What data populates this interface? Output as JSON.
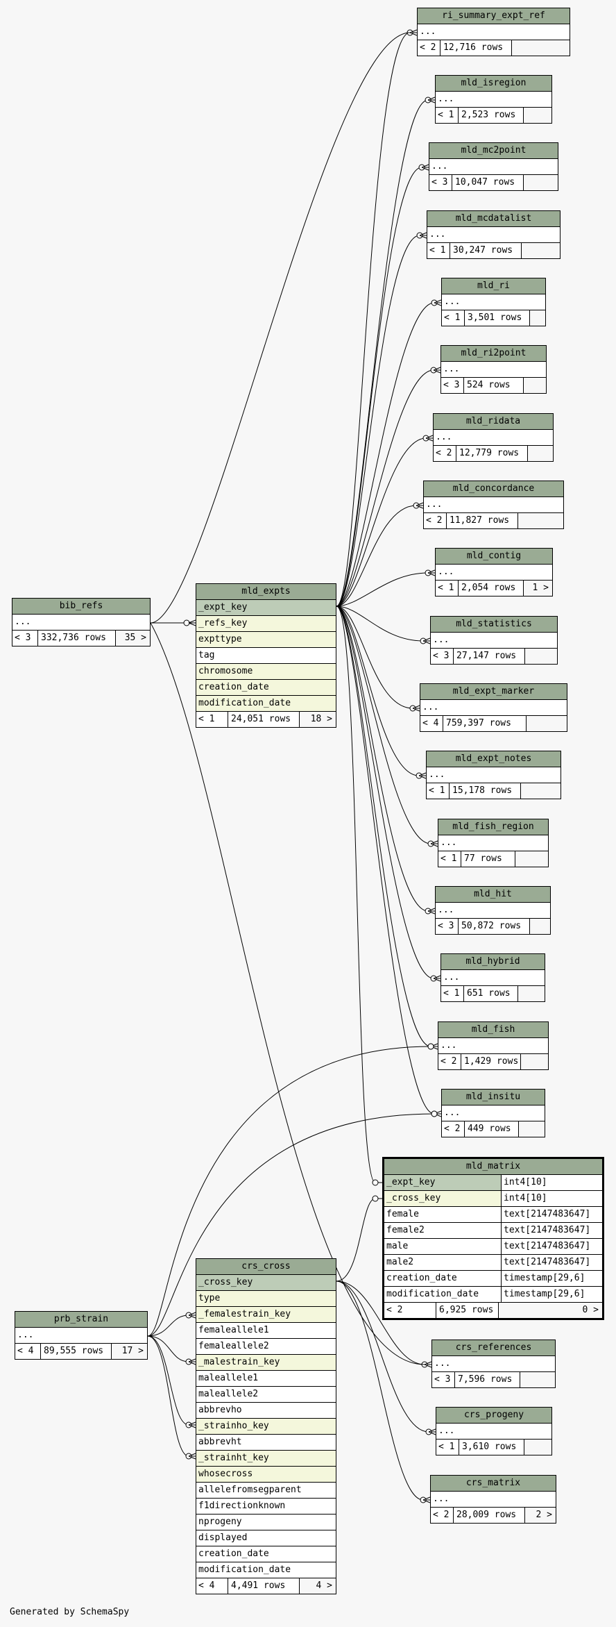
{
  "footer_text": "Generated by SchemaSpy",
  "colors": {
    "background": "#f7f7f7",
    "title_bar": "#9aab94",
    "primary_key": "#bdccb7",
    "foreign_key": "#f4f7dc"
  },
  "tables": {
    "ri_summary_expt_ref": {
      "name": "ri_summary_expt_ref",
      "dots": "...",
      "parents": "< 2",
      "rows": "12,716 rows",
      "children": ""
    },
    "mld_isregion": {
      "name": "mld_isregion",
      "dots": "...",
      "parents": "< 1",
      "rows": "2,523 rows",
      "children": ""
    },
    "mld_mc2point": {
      "name": "mld_mc2point",
      "dots": "...",
      "parents": "< 3",
      "rows": "10,047 rows",
      "children": ""
    },
    "mld_mcdatalist": {
      "name": "mld_mcdatalist",
      "dots": "...",
      "parents": "< 1",
      "rows": "30,247 rows",
      "children": ""
    },
    "mld_ri": {
      "name": "mld_ri",
      "dots": "...",
      "parents": "< 1",
      "rows": "3,501 rows",
      "children": ""
    },
    "mld_ri2point": {
      "name": "mld_ri2point",
      "dots": "...",
      "parents": "< 3",
      "rows": "524 rows",
      "children": ""
    },
    "mld_ridata": {
      "name": "mld_ridata",
      "dots": "...",
      "parents": "< 2",
      "rows": "12,779 rows",
      "children": ""
    },
    "mld_concordance": {
      "name": "mld_concordance",
      "dots": "...",
      "parents": "< 2",
      "rows": "11,827 rows",
      "children": ""
    },
    "mld_contig": {
      "name": "mld_contig",
      "dots": "...",
      "parents": "< 1",
      "rows": "2,054 rows",
      "children": "1 >"
    },
    "mld_statistics": {
      "name": "mld_statistics",
      "dots": "...",
      "parents": "< 3",
      "rows": "27,147 rows",
      "children": ""
    },
    "mld_expt_marker": {
      "name": "mld_expt_marker",
      "dots": "...",
      "parents": "< 4",
      "rows": "759,397 rows",
      "children": ""
    },
    "mld_expt_notes": {
      "name": "mld_expt_notes",
      "dots": "...",
      "parents": "< 1",
      "rows": "15,178 rows",
      "children": ""
    },
    "mld_fish_region": {
      "name": "mld_fish_region",
      "dots": "...",
      "parents": "< 1",
      "rows": "77 rows",
      "children": ""
    },
    "mld_hit": {
      "name": "mld_hit",
      "dots": "...",
      "parents": "< 3",
      "rows": "50,872 rows",
      "children": ""
    },
    "mld_hybrid": {
      "name": "mld_hybrid",
      "dots": "...",
      "parents": "< 1",
      "rows": "651 rows",
      "children": ""
    },
    "mld_fish": {
      "name": "mld_fish",
      "dots": "...",
      "parents": "< 2",
      "rows": "1,429 rows",
      "children": ""
    },
    "mld_insitu": {
      "name": "mld_insitu",
      "dots": "...",
      "parents": "< 2",
      "rows": "449 rows",
      "children": ""
    },
    "crs_references": {
      "name": "crs_references",
      "dots": "...",
      "parents": "< 3",
      "rows": "7,596 rows",
      "children": ""
    },
    "crs_progeny": {
      "name": "crs_progeny",
      "dots": "...",
      "parents": "< 1",
      "rows": "3,610 rows",
      "children": ""
    },
    "crs_matrix": {
      "name": "crs_matrix",
      "dots": "...",
      "parents": "< 2",
      "rows": "28,009 rows",
      "children": "2 >"
    },
    "bib_refs": {
      "name": "bib_refs",
      "dots": "...",
      "parents": "< 3",
      "rows": "332,736 rows",
      "children": "35 >"
    },
    "prb_strain": {
      "name": "prb_strain",
      "dots": "...",
      "parents": "< 4",
      "rows": "89,555 rows",
      "children": "17 >"
    },
    "mld_expts": {
      "name": "mld_expts",
      "columns": [
        {
          "name": "_expt_key",
          "kind": "pk"
        },
        {
          "name": "_refs_key",
          "kind": "fk"
        },
        {
          "name": "expttype",
          "kind": "fk"
        },
        {
          "name": "tag",
          "kind": ""
        },
        {
          "name": "chromosome",
          "kind": "fk"
        },
        {
          "name": "creation_date",
          "kind": "fk"
        },
        {
          "name": "modification_date",
          "kind": "fk"
        }
      ],
      "parents": "< 1",
      "rows": "24,051 rows",
      "children": "18 >"
    },
    "mld_matrix": {
      "name": "mld_matrix",
      "columns": [
        {
          "name": "_expt_key",
          "type": "int4[10]",
          "kind": "pk"
        },
        {
          "name": "_cross_key",
          "type": "int4[10]",
          "kind": "fk"
        },
        {
          "name": "female",
          "type": "text[2147483647]",
          "kind": ""
        },
        {
          "name": "female2",
          "type": "text[2147483647]",
          "kind": ""
        },
        {
          "name": "male",
          "type": "text[2147483647]",
          "kind": ""
        },
        {
          "name": "male2",
          "type": "text[2147483647]",
          "kind": ""
        },
        {
          "name": "creation_date",
          "type": "timestamp[29,6]",
          "kind": ""
        },
        {
          "name": "modification_date",
          "type": "timestamp[29,6]",
          "kind": ""
        }
      ],
      "parents": "< 2",
      "rows": "6,925 rows",
      "children": "0 >"
    },
    "crs_cross": {
      "name": "crs_cross",
      "columns": [
        {
          "name": "_cross_key",
          "kind": "pk"
        },
        {
          "name": "type",
          "kind": "fk"
        },
        {
          "name": "_femalestrain_key",
          "kind": "fk"
        },
        {
          "name": "femaleallele1",
          "kind": ""
        },
        {
          "name": "femaleallele2",
          "kind": ""
        },
        {
          "name": "_malestrain_key",
          "kind": "fk"
        },
        {
          "name": "maleallele1",
          "kind": ""
        },
        {
          "name": "maleallele2",
          "kind": ""
        },
        {
          "name": "abbrevho",
          "kind": ""
        },
        {
          "name": "_strainho_key",
          "kind": "fk"
        },
        {
          "name": "abbrevht",
          "kind": ""
        },
        {
          "name": "_strainht_key",
          "kind": "fk"
        },
        {
          "name": "whosecross",
          "kind": "fk"
        },
        {
          "name": "allelefromsegparent",
          "kind": ""
        },
        {
          "name": "f1directionknown",
          "kind": ""
        },
        {
          "name": "nprogeny",
          "kind": ""
        },
        {
          "name": "displayed",
          "kind": ""
        },
        {
          "name": "creation_date",
          "kind": ""
        },
        {
          "name": "modification_date",
          "kind": ""
        }
      ],
      "parents": "< 4",
      "rows": "4,491 rows",
      "children": "4 >"
    }
  }
}
